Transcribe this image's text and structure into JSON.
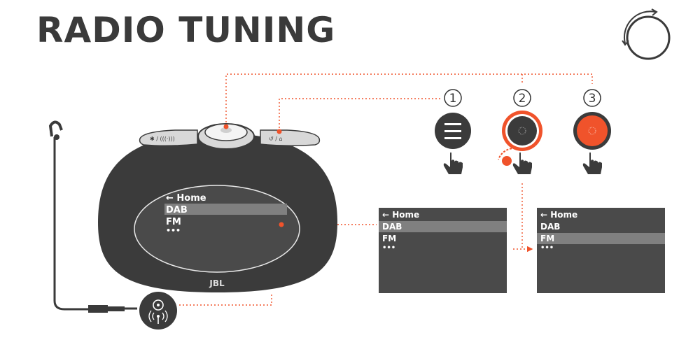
{
  "title": "RADIO TUNING",
  "device": {
    "brand": "JBL",
    "screen": {
      "back_label": "Home",
      "items": [
        "DAB",
        "FM"
      ],
      "more": "•••",
      "selected": "DAB"
    }
  },
  "steps": [
    {
      "number": "1",
      "icon": "menu-icon"
    },
    {
      "number": "2",
      "icon": "rotary-knob-icon"
    },
    {
      "number": "3",
      "icon": "knob-press-icon"
    }
  ],
  "screens": [
    {
      "back_label": "Home",
      "items": [
        "DAB",
        "FM"
      ],
      "more": "•••",
      "selected": "DAB"
    },
    {
      "back_label": "Home",
      "items": [
        "DAB",
        "FM"
      ],
      "more": "•••",
      "selected": "FM"
    }
  ],
  "colors": {
    "accent": "#f0532b",
    "dark": "#3b3b3b",
    "screen": "#4a4a4a",
    "highlight": "#808080"
  }
}
